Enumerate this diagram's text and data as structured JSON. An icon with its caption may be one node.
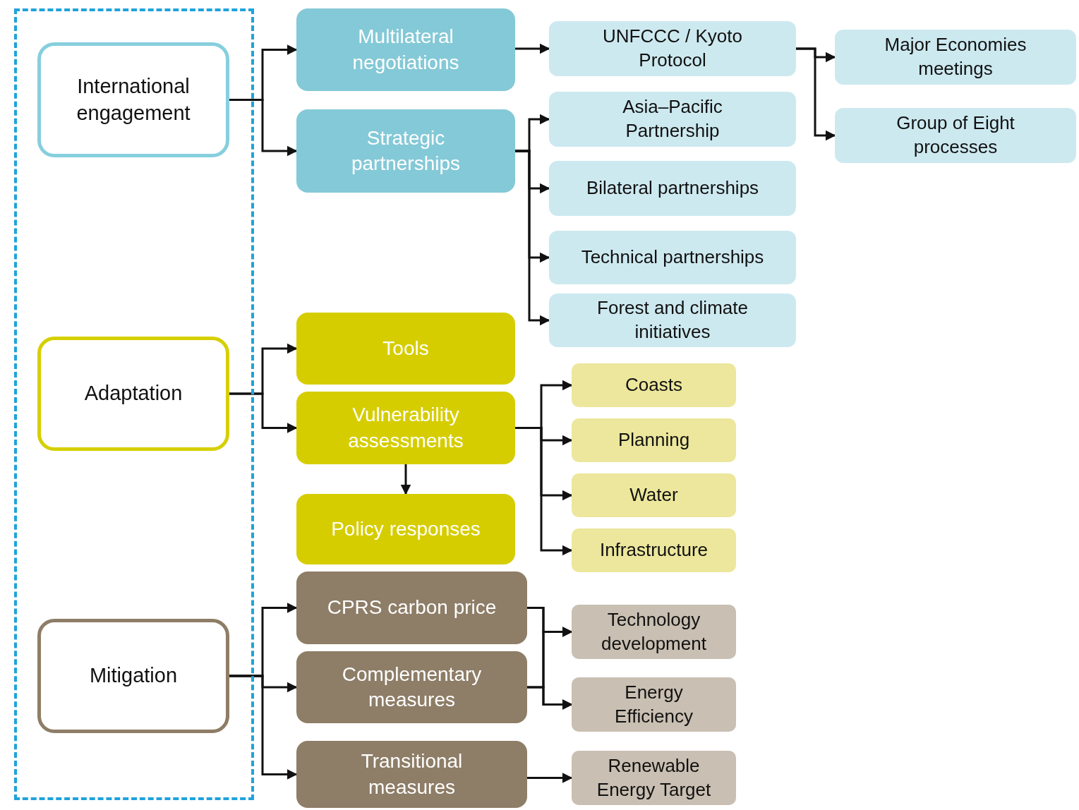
{
  "diagram": {
    "nodes": [
      {
        "text": [],
        "shape": "box"
      },
      {
        "text": [
          "International engagement"
        ],
        "in": 0
      },
      {
        "text": [
          "Multilateral negotiations"
        ]
      },
      {
        "text": [
          "UNFCCC / Kyoto Protocol"
        ]
      },
      {
        "text": [
          "Major Economies meetings"
        ]
      },
      {
        "text": [
          "Strategic partnerships"
        ]
      },
      {
        "text": [
          "Asia–Pacific Partnership"
        ]
      },
      {
        "text": [
          "Group of Eight processes"
        ]
      },
      {
        "text": [
          "Bilateral partnerships"
        ]
      },
      {
        "text": [
          "Technical partnerships"
        ]
      },
      {
        "text": [
          "Forest and climate initiatives"
        ]
      },
      {
        "text": [
          "Adaptation"
        ],
        "in": 0
      },
      {
        "text": [
          "Tools"
        ]
      },
      {
        "text": [
          "Vulnerability assessments"
        ]
      },
      {
        "text": [
          "Coasts"
        ]
      },
      {
        "text": [
          "Planning"
        ]
      },
      {
        "text": [
          "Water"
        ]
      },
      {
        "text": [
          "Policy responses"
        ]
      },
      {
        "text": [
          "Infrastructure"
        ]
      },
      {
        "text": [
          "Mitigation"
        ],
        "in": 0
      },
      {
        "text": [
          "CPRS carbon price"
        ]
      },
      {
        "text": [
          "Technology development"
        ]
      },
      {
        "text": [
          "Complementary measures"
        ]
      },
      {
        "text": [
          "Energy Efficiency"
        ]
      },
      {
        "text": [
          "Transitional measures"
        ]
      },
      {
        "text": [
          "Renewable Energy Target"
        ]
      }
    ],
    "edges": [
      {
        "from": 1,
        "to": 2,
        "arrow": "to"
      },
      {
        "from": 1,
        "to": 5,
        "arrow": "to"
      },
      {
        "from": 2,
        "to": 3,
        "arrow": "to"
      },
      {
        "from": 3,
        "to": 4,
        "arrow": "to"
      },
      {
        "from": 3,
        "to": 7,
        "arrow": "to"
      },
      {
        "from": 5,
        "to": 6,
        "arrow": "to"
      },
      {
        "from": 5,
        "to": 8,
        "arrow": "to"
      },
      {
        "from": 5,
        "to": 9,
        "arrow": "to"
      },
      {
        "from": 5,
        "to": 10,
        "arrow": "to"
      },
      {
        "from": 11,
        "to": 12,
        "arrow": "to"
      },
      {
        "from": 11,
        "to": 13,
        "arrow": "to"
      },
      {
        "from": 13,
        "to": 17,
        "arrow": "to"
      },
      {
        "from": 13,
        "to": 14,
        "arrow": "to"
      },
      {
        "from": 13,
        "to": 15,
        "arrow": "to"
      },
      {
        "from": 13,
        "to": 16,
        "arrow": "to"
      },
      {
        "from": 13,
        "to": 18,
        "arrow": "to"
      },
      {
        "from": 19,
        "to": 20,
        "arrow": "to"
      },
      {
        "from": 19,
        "to": 22,
        "arrow": "to"
      },
      {
        "from": 19,
        "to": 24,
        "arrow": "to"
      },
      {
        "from": 20,
        "to": 21,
        "arrow": "to"
      },
      {
        "from": 20,
        "to": 23,
        "arrow": "to"
      },
      {
        "from": 22,
        "to": 21,
        "arrow": "to"
      },
      {
        "from": 22,
        "to": 23,
        "arrow": "to"
      },
      {
        "from": 24,
        "to": 25,
        "arrow": "to"
      }
    ]
  }
}
